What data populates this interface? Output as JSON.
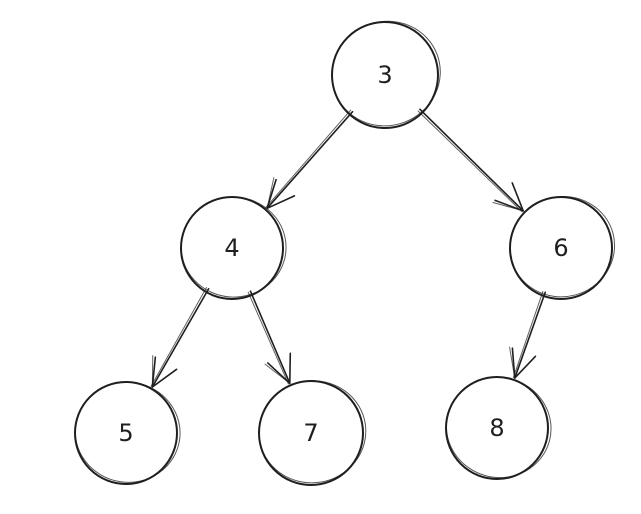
{
  "diagram": {
    "type": "binary-tree",
    "nodes": [
      {
        "id": "n3",
        "label": "3"
      },
      {
        "id": "n4",
        "label": "4"
      },
      {
        "id": "n6",
        "label": "6"
      },
      {
        "id": "n5",
        "label": "5"
      },
      {
        "id": "n7",
        "label": "7"
      },
      {
        "id": "n8",
        "label": "8"
      }
    ],
    "edges": [
      {
        "from": "n3",
        "to": "n4"
      },
      {
        "from": "n3",
        "to": "n6"
      },
      {
        "from": "n4",
        "to": "n5"
      },
      {
        "from": "n4",
        "to": "n7"
      },
      {
        "from": "n6",
        "to": "n8"
      }
    ]
  }
}
